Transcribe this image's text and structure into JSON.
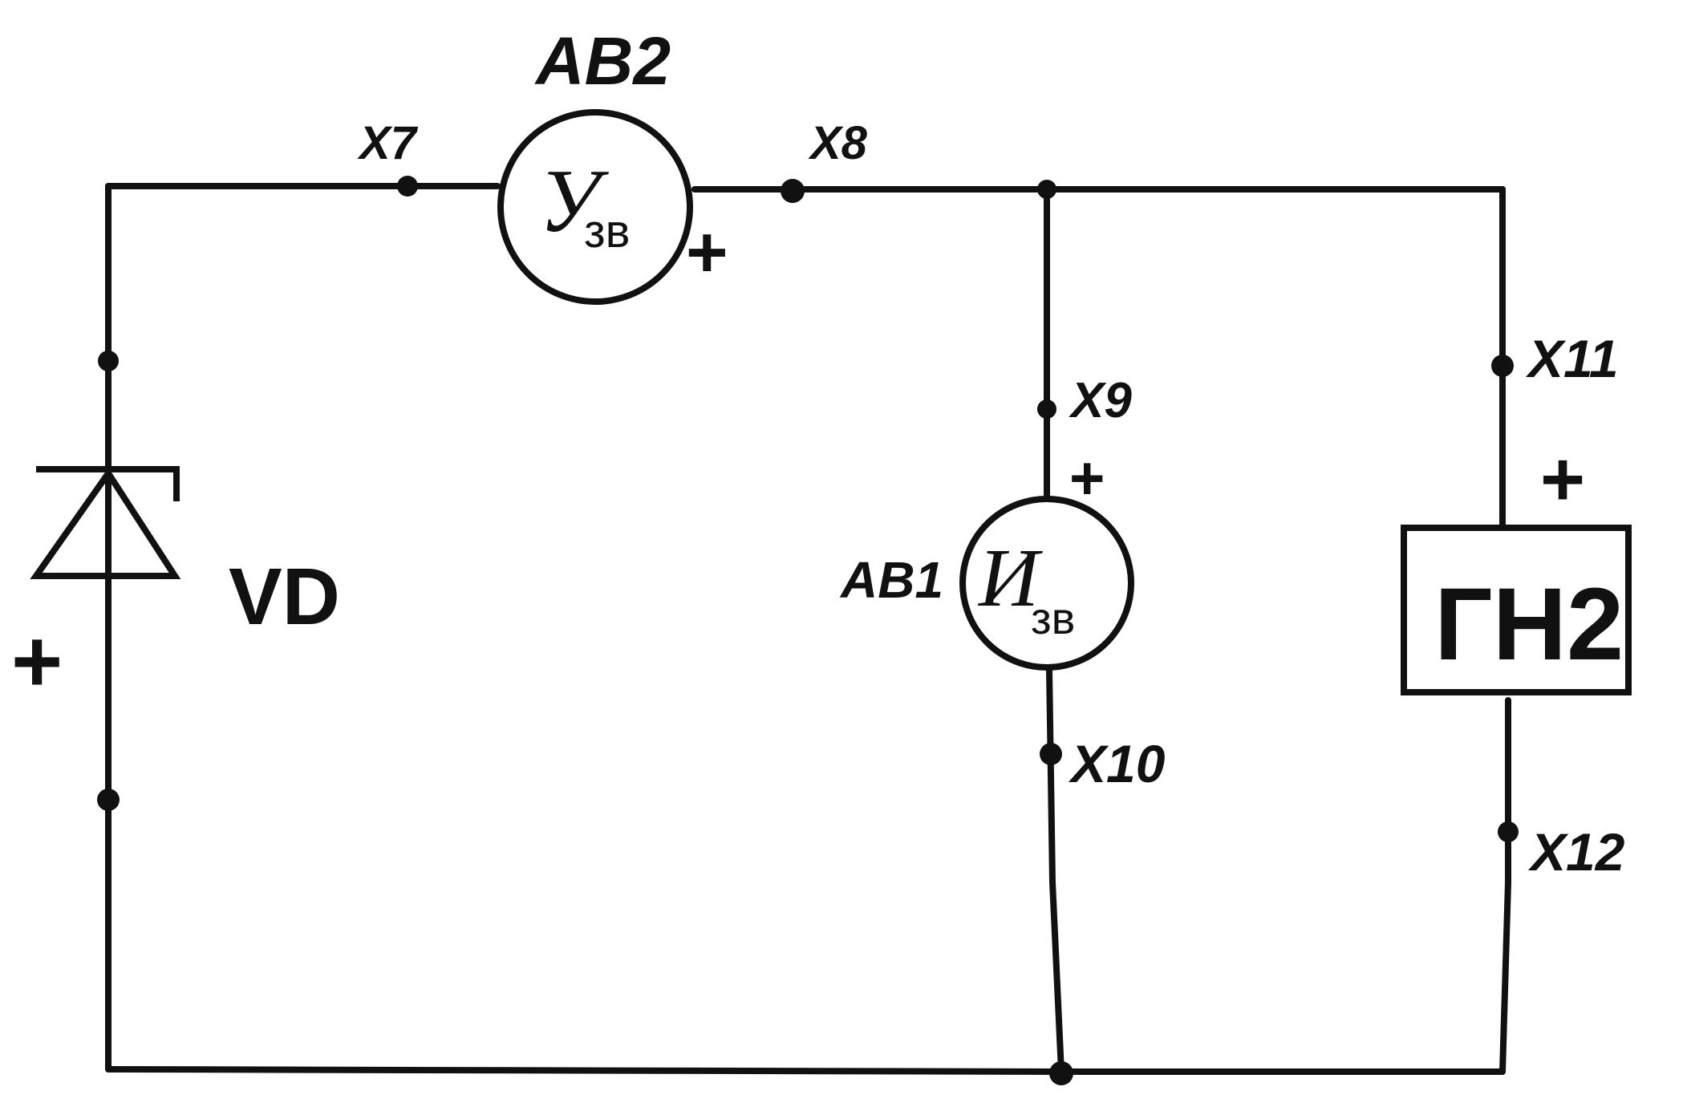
{
  "diagram": {
    "colors": {
      "ink": "#111111",
      "background": "#ffffff"
    },
    "terminals": {
      "x7": "X7",
      "x8": "X8",
      "x9": "X9",
      "x10": "X10",
      "x11": "X11",
      "x12": "X12"
    },
    "components": {
      "ab2": {
        "designator": "AB2",
        "symbol": "У",
        "subscript": "зв",
        "polarity": "+"
      },
      "ab1": {
        "designator": "AB1",
        "symbol": "И",
        "subscript": "зв",
        "polarity": "+"
      },
      "diode": {
        "designator": "VD",
        "polarity": "+"
      },
      "generator": {
        "designator": "ГН2",
        "polarity": "+"
      }
    }
  }
}
